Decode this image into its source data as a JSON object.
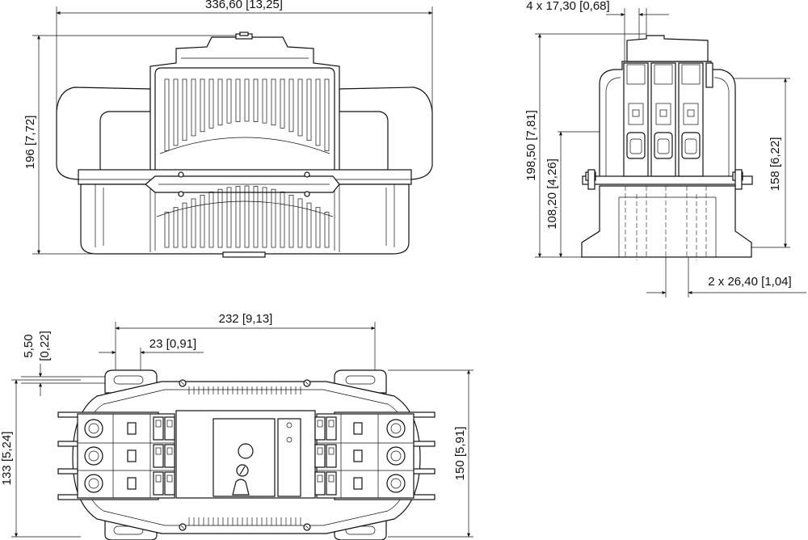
{
  "front_view": {
    "width_dim": "336,60 [13,25]",
    "height_dim": "196 [7,72]"
  },
  "side_view": {
    "pitch_dim": "4 x 17,30 [0,68]",
    "total_height_dim": "198,50 [7,81]",
    "mid_height_dim": "108,20 [4,26]",
    "body_height_dim": "158 [6,22]",
    "foot_spacing_dim": "2 x 26,40 [1,04]"
  },
  "top_view": {
    "hole_span_dim": "232 [9,13]",
    "hole_offset_dim": "23 [0,91]",
    "edge_dim_value": "5,50",
    "edge_dim_inch": "[0,22]",
    "depth_dim": "133 [5,24]",
    "overall_depth_dim": "150 [5,91]"
  }
}
